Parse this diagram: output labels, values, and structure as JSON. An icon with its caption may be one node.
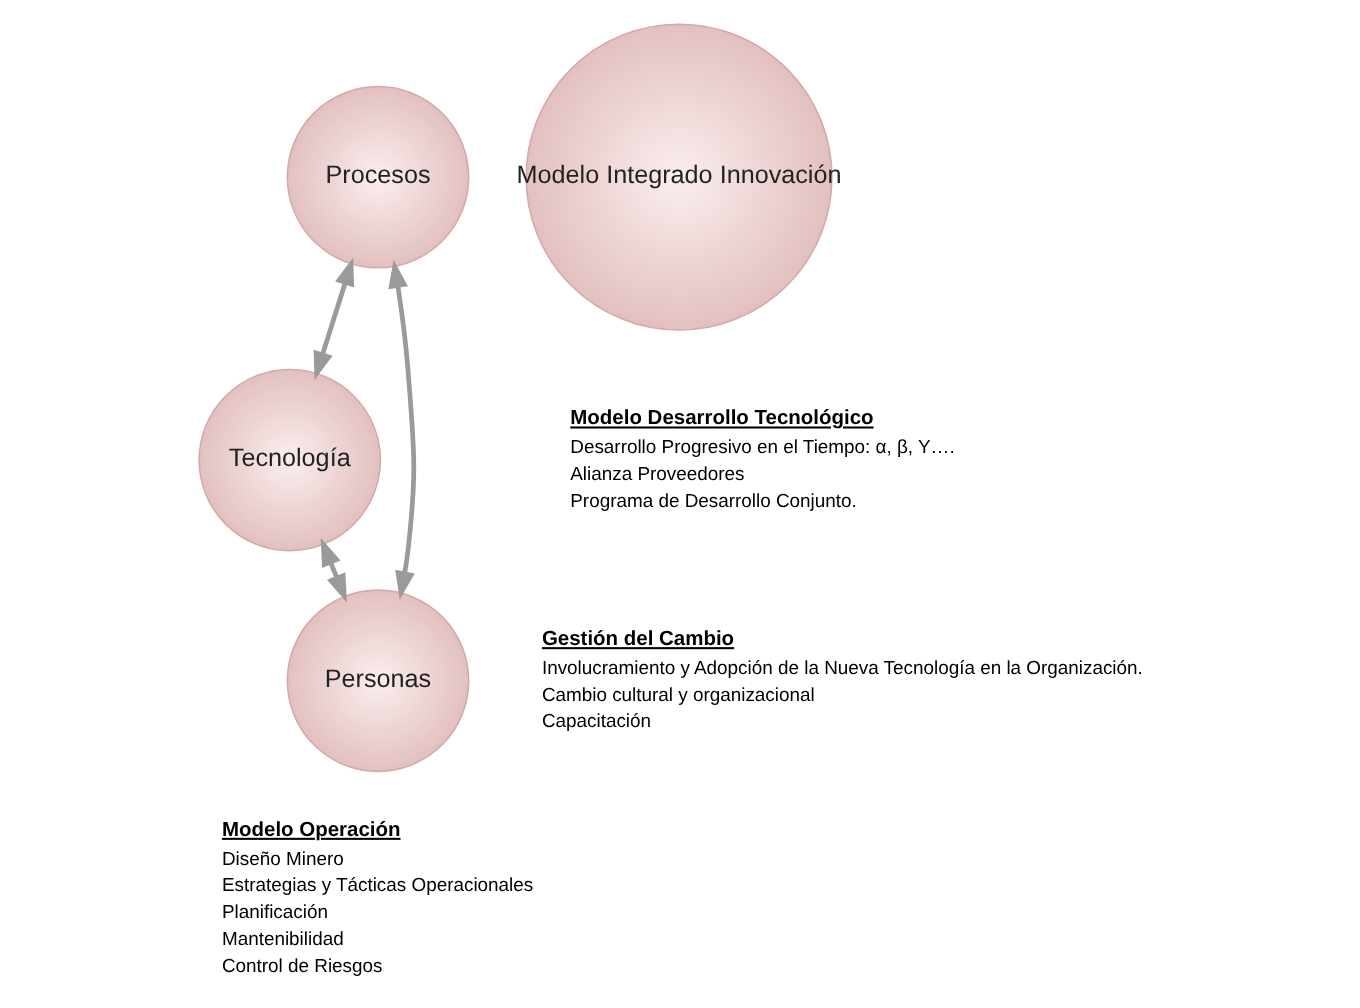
{
  "diagram": {
    "nodes": [
      {
        "text": [
          "Procesos"
        ]
      },
      {
        "text": [
          "Tecnología"
        ]
      },
      {
        "text": [
          "Modelo Integrado Innovación"
        ]
      },
      {
        "text": [
          "Personas"
        ]
      }
    ],
    "edges": [
      {
        "from": 0,
        "to": 1,
        "arrow": "both"
      },
      {
        "from": 1,
        "to": 3,
        "arrow": "both"
      },
      {
        "from": 0,
        "to": 3,
        "arrow": "both"
      }
    ],
    "labels": [
      "Modelo Desarrollo Tecnológico",
      "Desarrollo Progresivo en el Tiempo: α, β, Υ….",
      "Alianza Proveedores",
      "Programa de Desarrollo Conjunto.",
      "Gestión del Cambio",
      "Involucramiento y Adopción de la Nueva Tecnología en la Organización.",
      "Cambio cultural y organizacional",
      "Capacitación",
      "Modelo Operación",
      "Diseño Minero",
      "Estrategias y Tácticas Operacionales",
      "Planificación",
      "Mantenibilidad",
      "Control de Riesgos"
    ]
  }
}
